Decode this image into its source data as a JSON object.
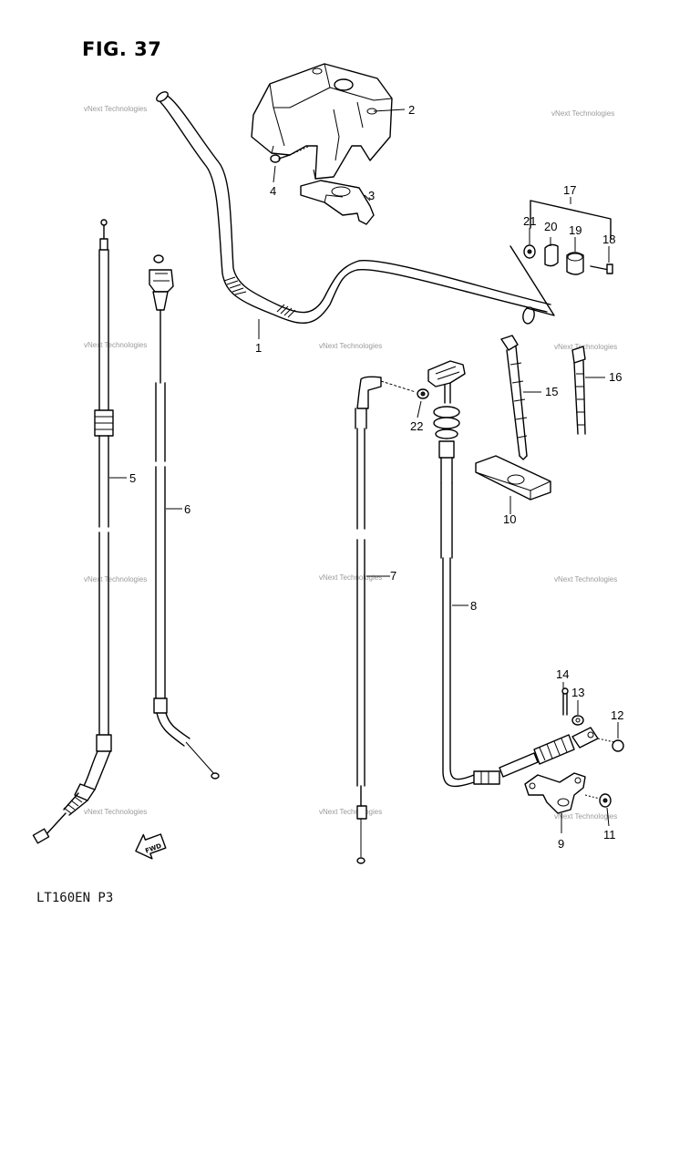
{
  "figure_title": "FIG. 37",
  "footer_code": "LT160EN P3",
  "watermark_text": "vNext Technologies",
  "fwd_label": "FWD",
  "part_numbers": {
    "p1": "1",
    "p2": "2",
    "p3": "3",
    "p4": "4",
    "p5": "5",
    "p6": "6",
    "p7": "7",
    "p8": "8",
    "p9": "9",
    "p10": "10",
    "p11": "11",
    "p12": "12",
    "p13": "13",
    "p14": "14",
    "p15": "15",
    "p16": "16",
    "p17": "17",
    "p18": "18",
    "p19": "19",
    "p20": "20",
    "p21": "21",
    "p22": "22"
  }
}
